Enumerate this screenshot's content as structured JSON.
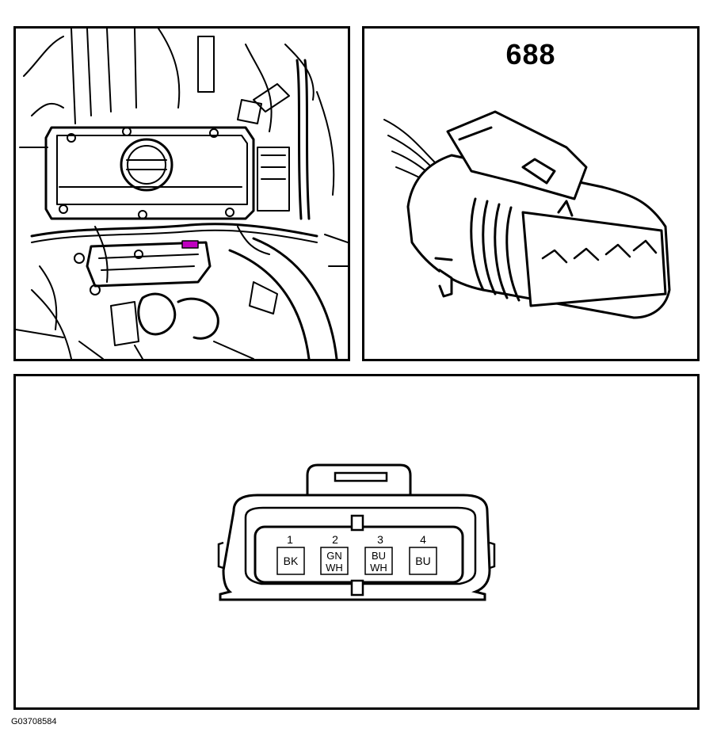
{
  "connector": {
    "number": "688",
    "highlight_color": "#c000c0",
    "pins": [
      {
        "num": "1",
        "lines": [
          "BK"
        ]
      },
      {
        "num": "2",
        "lines": [
          "GN",
          "WH"
        ]
      },
      {
        "num": "3",
        "lines": [
          "BU",
          "WH"
        ]
      },
      {
        "num": "4",
        "lines": [
          "BU"
        ]
      }
    ]
  },
  "figure_id": "G03708584"
}
